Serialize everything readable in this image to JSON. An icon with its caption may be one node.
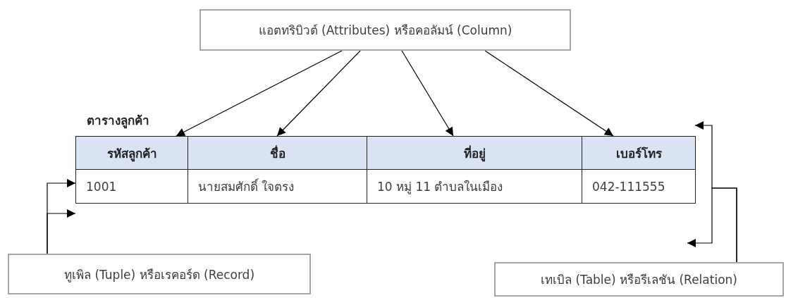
{
  "diagram": {
    "nodes": [
      {
        "text": [
          "แอตทริบิวต์ (Attributes) หรือคอลัมน์ (Column)"
        ]
      },
      {
        "text": [
          "ตารางลูกค้า"
        ]
      },
      {
        "text": [
          "รหัสลูกค้า"
        ],
        "in": 1
      },
      {
        "text": [
          "ชื่อ"
        ],
        "in": 1
      },
      {
        "text": [
          "ที่อยู่"
        ],
        "in": 1
      },
      {
        "text": [
          "เบอร์โทร"
        ],
        "in": 1
      },
      {
        "text": [
          "1001"
        ],
        "in": 1
      },
      {
        "text": [
          "นายสมศักดิ์ ใจตรง"
        ],
        "in": 1
      },
      {
        "text": [
          "10 หมู่ 11 ตำบลในเมือง"
        ],
        "in": 1
      },
      {
        "text": [
          "042-111555"
        ],
        "in": 1
      },
      {
        "text": [
          "ทูเพิล (Tuple) หรือเรคอร์ด (Record)"
        ]
      },
      {
        "text": [
          "เทเบิล (Table) หรือรีเลชัน (Relation)"
        ]
      }
    ],
    "edges": [
      {
        "from": 0,
        "to": 2,
        "arrow": "to"
      },
      {
        "from": 0,
        "to": 3,
        "arrow": "to"
      },
      {
        "from": 0,
        "to": 4,
        "arrow": "to"
      },
      {
        "from": 0,
        "to": 5,
        "arrow": "to"
      },
      {
        "from": 10,
        "to": 6,
        "arrow": "to"
      },
      {
        "from": 10,
        "to": 1,
        "arrow": "to"
      },
      {
        "from": 11,
        "to": 1,
        "arrow": "to"
      },
      {
        "from": 11,
        "to": null,
        "arrow": "to"
      }
    ]
  }
}
